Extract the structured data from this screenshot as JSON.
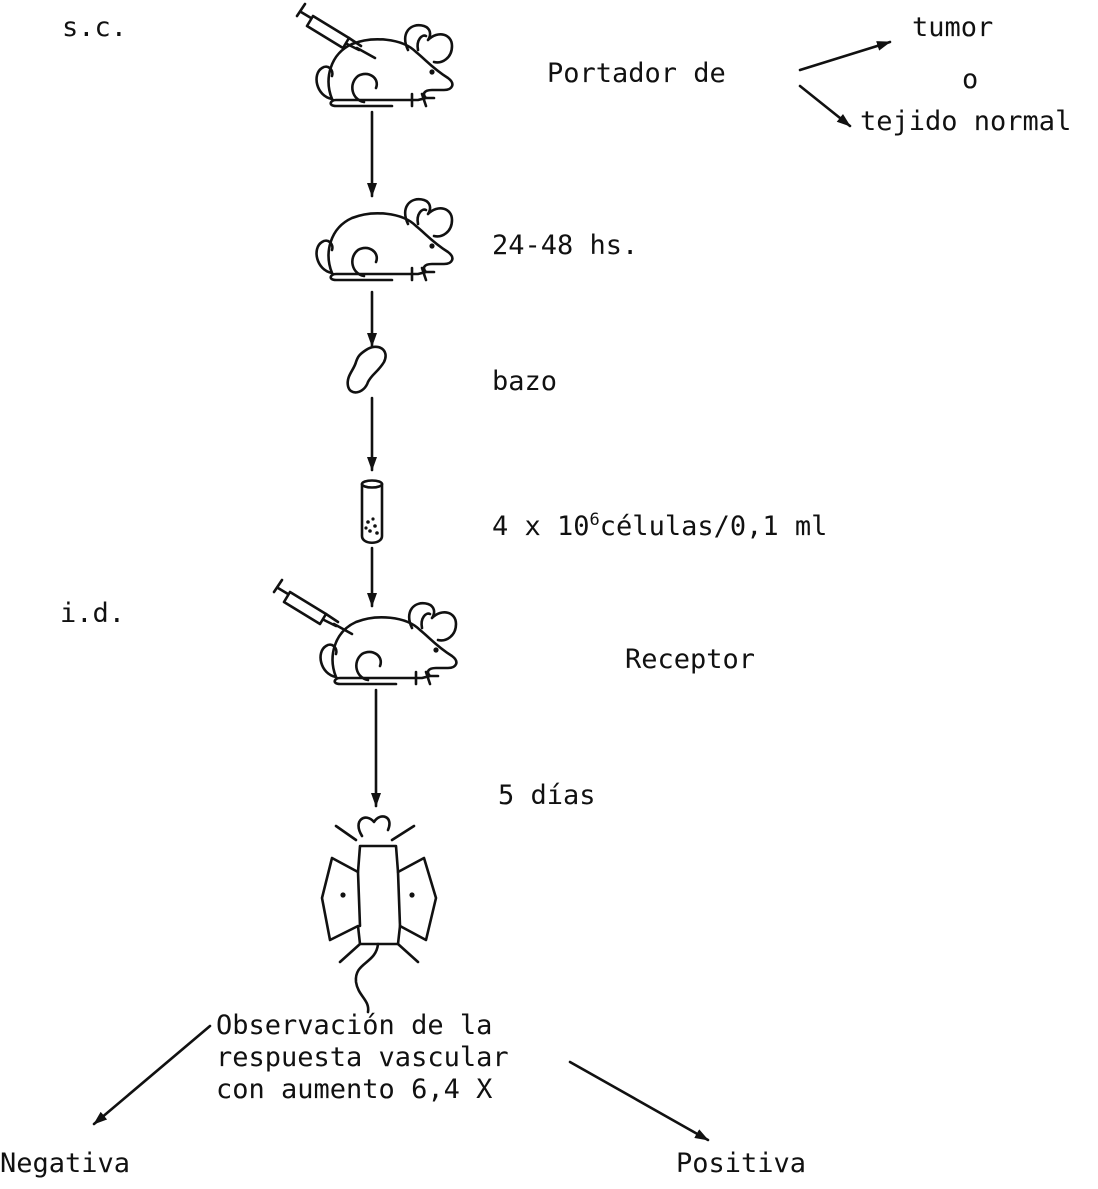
{
  "labels": {
    "route_sc": "s.c.",
    "donor": "Portador de",
    "option_tumor": "tumor",
    "option_or": "o",
    "option_normal": "tejido normal",
    "time_interval": "24-48 hs.",
    "organ": "bazo",
    "cell_dose_prefix": "4 x 10",
    "cell_dose_exp": "6",
    "cell_dose_suffix": "células/0,1 ml",
    "route_id": "i.d.",
    "recipient": "Receptor",
    "days": "5 días",
    "observation": "Observación de la\nrespuesta vascular\ncon aumento 6,4 X",
    "negative": "Negativa",
    "positive": "Positiva"
  },
  "icons": [
    "syringe-icon",
    "mouse-icon",
    "spleen-icon",
    "cell-tube-icon",
    "pinned-mouse-icon"
  ],
  "colors": {
    "ink": "#111111",
    "background": "#ffffff"
  }
}
